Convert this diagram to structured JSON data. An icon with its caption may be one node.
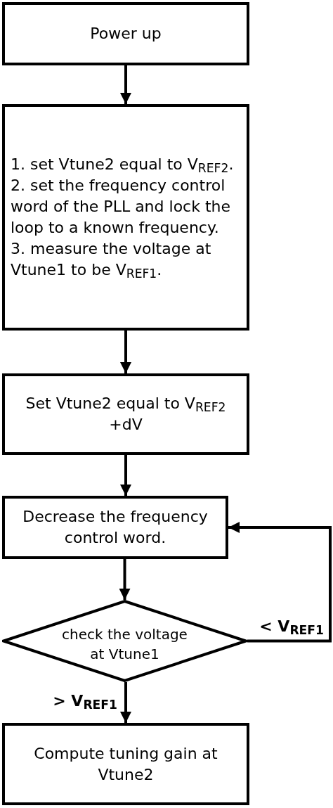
{
  "diagram": {
    "nodes": [
      {
        "text": [
          "Power up"
        ]
      },
      {
        "text": [
          "1. set Vtune2 equal to V$_{REF2}$.",
          "2. set the frequency control word of the PLL and lock the loop to a known frequency.",
          "3. measure the voltage at Vtune1 to be V$_{REF1}$."
        ]
      },
      {
        "text": [
          "Set Vtune2 equal to V$_{REF2}$ +dV"
        ]
      },
      {
        "text": [
          "Decrease the frequency control word."
        ]
      },
      {
        "text": [
          "check the voltage at Vtune1"
        ]
      },
      {
        "text": [
          "Compute tuning gain at Vtune2"
        ]
      }
    ],
    "edges": [
      {
        "from": 0,
        "to": 1,
        "arrow": "to"
      },
      {
        "from": 1,
        "to": 2,
        "arrow": "to"
      },
      {
        "from": 2,
        "to": 3,
        "arrow": "to"
      },
      {
        "from": 3,
        "to": 4,
        "arrow": "to"
      },
      {
        "from": 4,
        "to": 3,
        "arrow": "to",
        "label": "< V$_{REF1}$"
      },
      {
        "from": 4,
        "to": 5,
        "arrow": "to",
        "label": "> V$_{REF1}$"
      }
    ]
  }
}
